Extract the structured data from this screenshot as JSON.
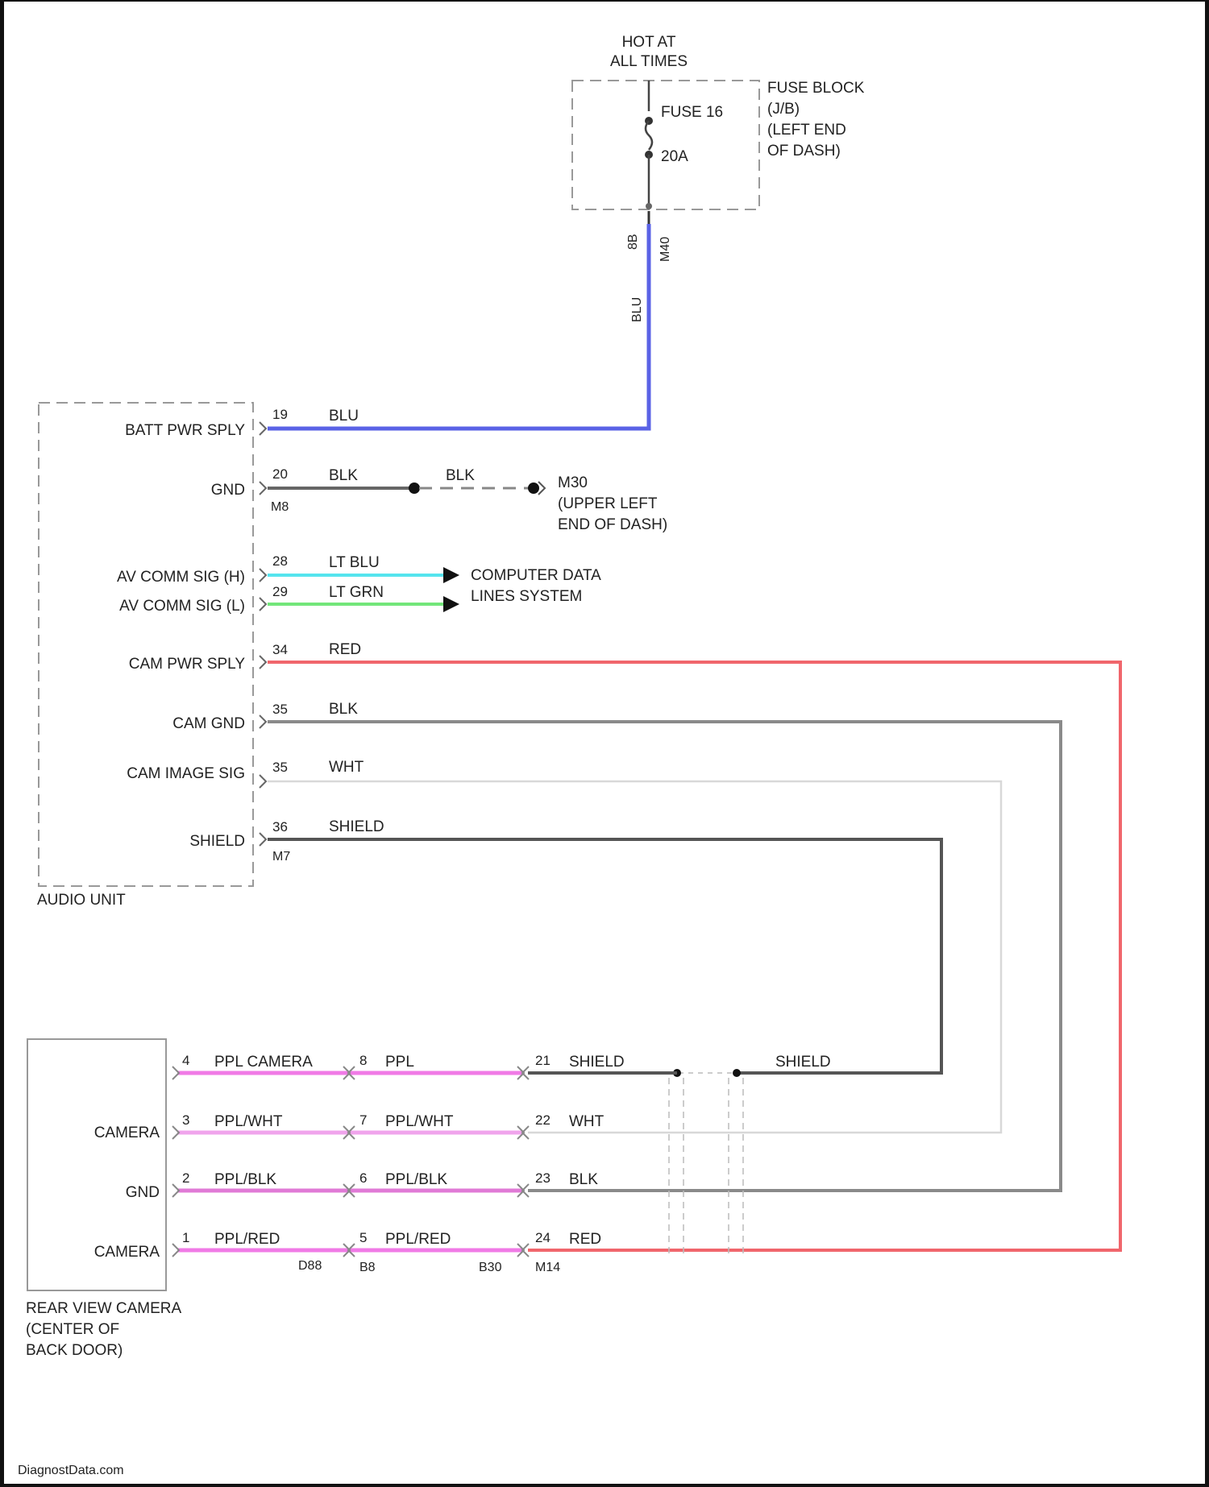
{
  "fuse_block": {
    "hot_label_1": "HOT AT",
    "hot_label_2": "ALL TIMES",
    "fuse_name": "FUSE 16",
    "fuse_rating": "20A",
    "name_lines": [
      "FUSE BLOCK",
      "(J/B)",
      "(LEFT END",
      "OF DASH)"
    ],
    "conn_left": "8B",
    "conn_right": "M40",
    "wire_color_label": "BLU"
  },
  "audio_unit": {
    "name": "AUDIO UNIT",
    "pins": [
      {
        "label": "BATT PWR SPLY",
        "pin": "19",
        "color_label": "BLU",
        "wire_color": "#5a62e6"
      },
      {
        "label": "GND",
        "pin": "20",
        "color_label": "BLK",
        "wire_color": "#666666"
      },
      {
        "label": "AV COMM SIG (H)",
        "pin": "28",
        "color_label": "LT BLU",
        "wire_color": "#55e4ee"
      },
      {
        "label": "AV COMM SIG (L)",
        "pin": "29",
        "color_label": "LT GRN",
        "wire_color": "#72e67a"
      },
      {
        "label": "CAM PWR SPLY",
        "pin": "34",
        "color_label": "RED",
        "wire_color": "#f0666c"
      },
      {
        "label": "CAM GND",
        "pin": "35",
        "color_label": "BLK",
        "wire_color": "#8a8a8a"
      },
      {
        "label": "CAM IMAGE SIG",
        "pin": "35",
        "color_label": "WHT",
        "wire_color": "#d8d8d8"
      },
      {
        "label": "SHIELD",
        "pin": "36",
        "color_label": "SHIELD",
        "wire_color": "#555555"
      }
    ],
    "conn_gnd": "M8",
    "conn_shield": "M7"
  },
  "ground": {
    "splice_label": "BLK",
    "name_lines": [
      "M30",
      "(UPPER LEFT",
      "END OF DASH)"
    ]
  },
  "data_lines": {
    "name_lines": [
      "COMPUTER DATA",
      "LINES SYSTEM"
    ]
  },
  "camera": {
    "name_lines": [
      "REAR VIEW CAMERA",
      "(CENTER OF",
      "BACK DOOR)"
    ],
    "labels": [
      "CAMERA",
      "GND",
      "CAMERA"
    ],
    "rows": [
      {
        "p1": "4",
        "c1": "PPL CAMERA",
        "p2": "8",
        "c2": "PPL",
        "p3": "21",
        "c3": "SHIELD"
      },
      {
        "p1": "3",
        "c1": "PPL/WHT",
        "p2": "7",
        "c2": "PPL/WHT",
        "p3": "22",
        "c3": "WHT"
      },
      {
        "p1": "2",
        "c1": "PPL/BLK",
        "p2": "6",
        "c2": "PPL/BLK",
        "p3": "23",
        "c3": "BLK"
      },
      {
        "p1": "1",
        "c1": "PPL/RED",
        "p2": "5",
        "c2": "PPL/RED",
        "p3": "24",
        "c3": "RED"
      }
    ],
    "shield_far_label": "SHIELD",
    "connectors": [
      "D88",
      "B8",
      "B30",
      "M14"
    ]
  },
  "colors": {
    "pink": "#f07ae6",
    "pink_light": "#f0a4ec"
  },
  "footer": "DiagnostData.com"
}
